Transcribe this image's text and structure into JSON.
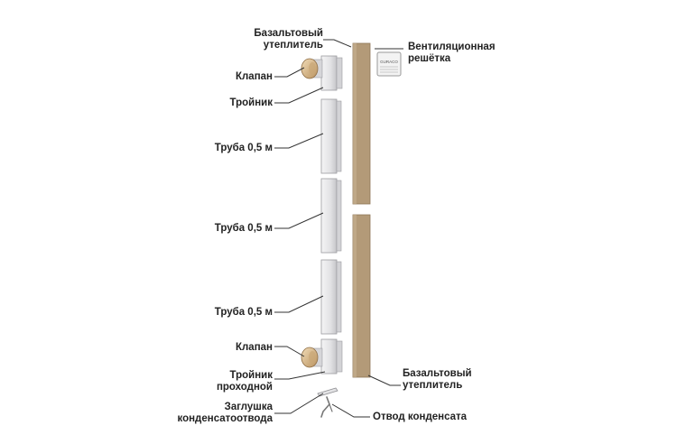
{
  "labels": {
    "insulation_top": [
      "Базальтовый",
      "утеплитель"
    ],
    "vent_grille": [
      "Вентиляционная",
      "решётка"
    ],
    "valve_top": "Клапан",
    "tee": "Тройник",
    "pipe_1": "Труба 0,5 м",
    "pipe_2": "Труба 0,5 м",
    "pipe_3": "Труба 0,5 м",
    "valve_bottom": "Клапан",
    "tee_pass": [
      "Тройник",
      "проходной"
    ],
    "cap": [
      "Заглушка",
      "конденсатоотвода"
    ],
    "insulation_bottom": [
      "Базальтовый",
      "утеплитель"
    ],
    "drain": "Отвод конденсата",
    "grille_brand": "GURACO"
  },
  "colors": {
    "insulation": "#b39a78",
    "pipe": "#e4e4e6",
    "pipe_shadow": "#c9c9cc",
    "valve": "#d9b98c",
    "leader": "#333333"
  }
}
